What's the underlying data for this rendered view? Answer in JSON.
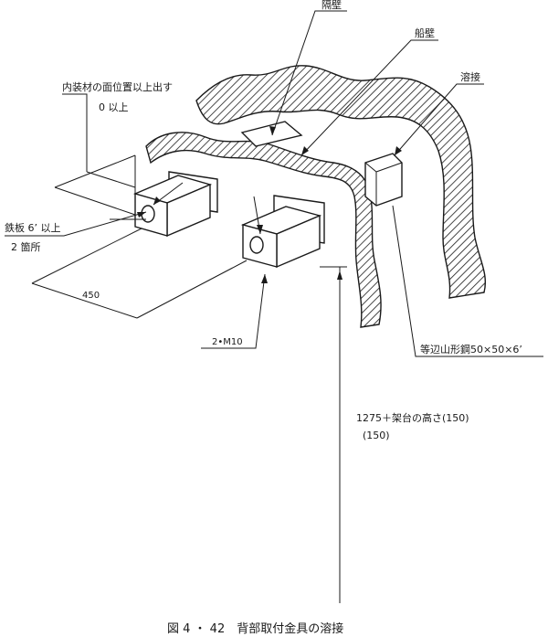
{
  "labels": {
    "bulkhead": "隔壁",
    "hull": "船壁",
    "weld": "溶接",
    "interior_note": "内装材の面位置以上出す",
    "interior_min": "0 以上",
    "plate": "鉄板 6’ 以上",
    "plate_count": "2 箇所",
    "spacing": "450",
    "bolt": "2•M10",
    "angle": "等辺山形鋼50×50×6’",
    "height": "1275＋架台の高さ(150)",
    "height_sub": "(150)"
  },
  "caption": "図 4 ・ 42　背部取付金具の溶接"
}
